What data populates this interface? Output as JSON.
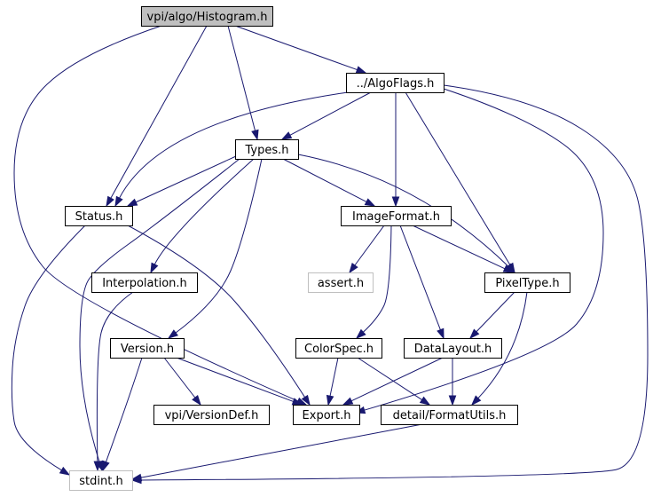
{
  "colors": {
    "edge": "#191970",
    "node_border": "#000000",
    "node_fill": "#ffffff",
    "root_fill": "#bfbfbf",
    "external_border": "#bfbfbf"
  },
  "nodes": [
    {
      "id": "histogram",
      "label": "vpi/algo/Histogram.h",
      "kind": "root"
    },
    {
      "id": "algoflags",
      "label": "../AlgoFlags.h",
      "kind": "normal"
    },
    {
      "id": "types",
      "label": "Types.h",
      "kind": "normal"
    },
    {
      "id": "status",
      "label": "Status.h",
      "kind": "normal"
    },
    {
      "id": "imageformat",
      "label": "ImageFormat.h",
      "kind": "normal"
    },
    {
      "id": "interpolation",
      "label": "Interpolation.h",
      "kind": "normal"
    },
    {
      "id": "assert",
      "label": "assert.h",
      "kind": "external"
    },
    {
      "id": "pixeltype",
      "label": "PixelType.h",
      "kind": "normal"
    },
    {
      "id": "version",
      "label": "Version.h",
      "kind": "normal"
    },
    {
      "id": "colorspec",
      "label": "ColorSpec.h",
      "kind": "normal"
    },
    {
      "id": "datalayout",
      "label": "DataLayout.h",
      "kind": "normal"
    },
    {
      "id": "versiondef",
      "label": "vpi/VersionDef.h",
      "kind": "normal"
    },
    {
      "id": "export",
      "label": "Export.h",
      "kind": "normal"
    },
    {
      "id": "formatutils",
      "label": "detail/FormatUtils.h",
      "kind": "normal"
    },
    {
      "id": "stdint",
      "label": "stdint.h",
      "kind": "external"
    }
  ],
  "edges": [
    {
      "from": "histogram",
      "to": "algoflags"
    },
    {
      "from": "histogram",
      "to": "types"
    },
    {
      "from": "histogram",
      "to": "status"
    },
    {
      "from": "histogram",
      "to": "export"
    },
    {
      "from": "algoflags",
      "to": "types"
    },
    {
      "from": "algoflags",
      "to": "status"
    },
    {
      "from": "algoflags",
      "to": "imageformat"
    },
    {
      "from": "algoflags",
      "to": "pixeltype"
    },
    {
      "from": "algoflags",
      "to": "export"
    },
    {
      "from": "algoflags",
      "to": "stdint"
    },
    {
      "from": "types",
      "to": "status"
    },
    {
      "from": "types",
      "to": "imageformat"
    },
    {
      "from": "types",
      "to": "pixeltype"
    },
    {
      "from": "types",
      "to": "interpolation"
    },
    {
      "from": "types",
      "to": "version"
    },
    {
      "from": "types",
      "to": "stdint"
    },
    {
      "from": "status",
      "to": "export"
    },
    {
      "from": "status",
      "to": "stdint"
    },
    {
      "from": "imageformat",
      "to": "assert"
    },
    {
      "from": "imageformat",
      "to": "pixeltype"
    },
    {
      "from": "imageformat",
      "to": "colorspec"
    },
    {
      "from": "imageformat",
      "to": "datalayout"
    },
    {
      "from": "pixeltype",
      "to": "datalayout"
    },
    {
      "from": "pixeltype",
      "to": "formatutils"
    },
    {
      "from": "interpolation",
      "to": "stdint"
    },
    {
      "from": "version",
      "to": "versiondef"
    },
    {
      "from": "version",
      "to": "export"
    },
    {
      "from": "version",
      "to": "stdint"
    },
    {
      "from": "colorspec",
      "to": "export"
    },
    {
      "from": "colorspec",
      "to": "formatutils"
    },
    {
      "from": "datalayout",
      "to": "export"
    },
    {
      "from": "datalayout",
      "to": "formatutils"
    },
    {
      "from": "formatutils",
      "to": "stdint"
    }
  ]
}
